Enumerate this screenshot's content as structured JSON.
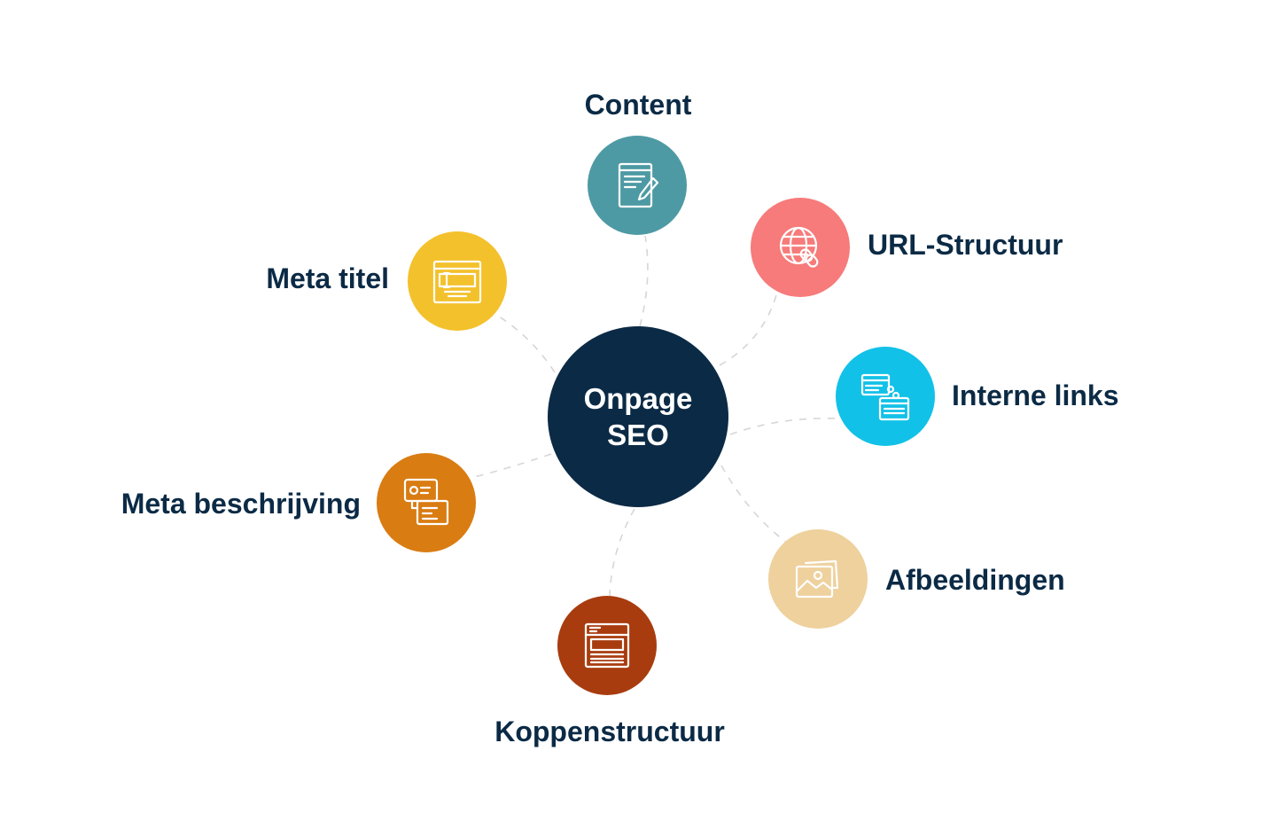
{
  "center": {
    "line1": "Onpage",
    "line2": "SEO",
    "color": "#0b2a45"
  },
  "nodes": [
    {
      "id": "content",
      "label": "Content",
      "icon": "document-pencil-icon",
      "color": "#4e9aa4"
    },
    {
      "id": "url",
      "label": "URL-Structuur",
      "icon": "globe-link-icon",
      "color": "#f67b7a"
    },
    {
      "id": "interne",
      "label": "Interne links",
      "icon": "linked-pages-icon",
      "color": "#12c1e7"
    },
    {
      "id": "afbeeldingen",
      "label": "Afbeeldingen",
      "icon": "images-icon",
      "color": "#eed19d"
    },
    {
      "id": "koppen",
      "label": "Koppenstructuur",
      "icon": "page-layout-icon",
      "color": "#a83c0f"
    },
    {
      "id": "metabeschrijving",
      "label": "Meta beschrijving",
      "icon": "chat-cards-icon",
      "color": "#d97c12"
    },
    {
      "id": "metatitel",
      "label": "Meta titel",
      "icon": "text-frame-icon",
      "color": "#f3c12b"
    }
  ]
}
